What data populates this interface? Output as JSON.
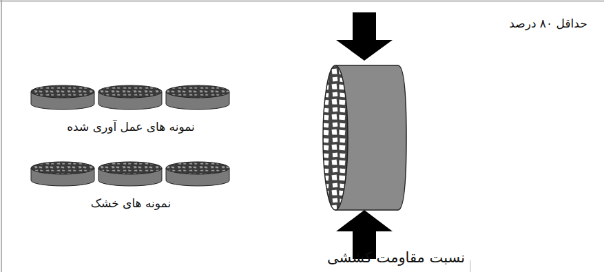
{
  "diagram": {
    "labels": [
      "حداقل ۸۰ درصد",
      "نمونه های عمل آوری شده",
      "نمونه های خشک",
      "نسبت مقاومت کششی"
    ]
  }
}
